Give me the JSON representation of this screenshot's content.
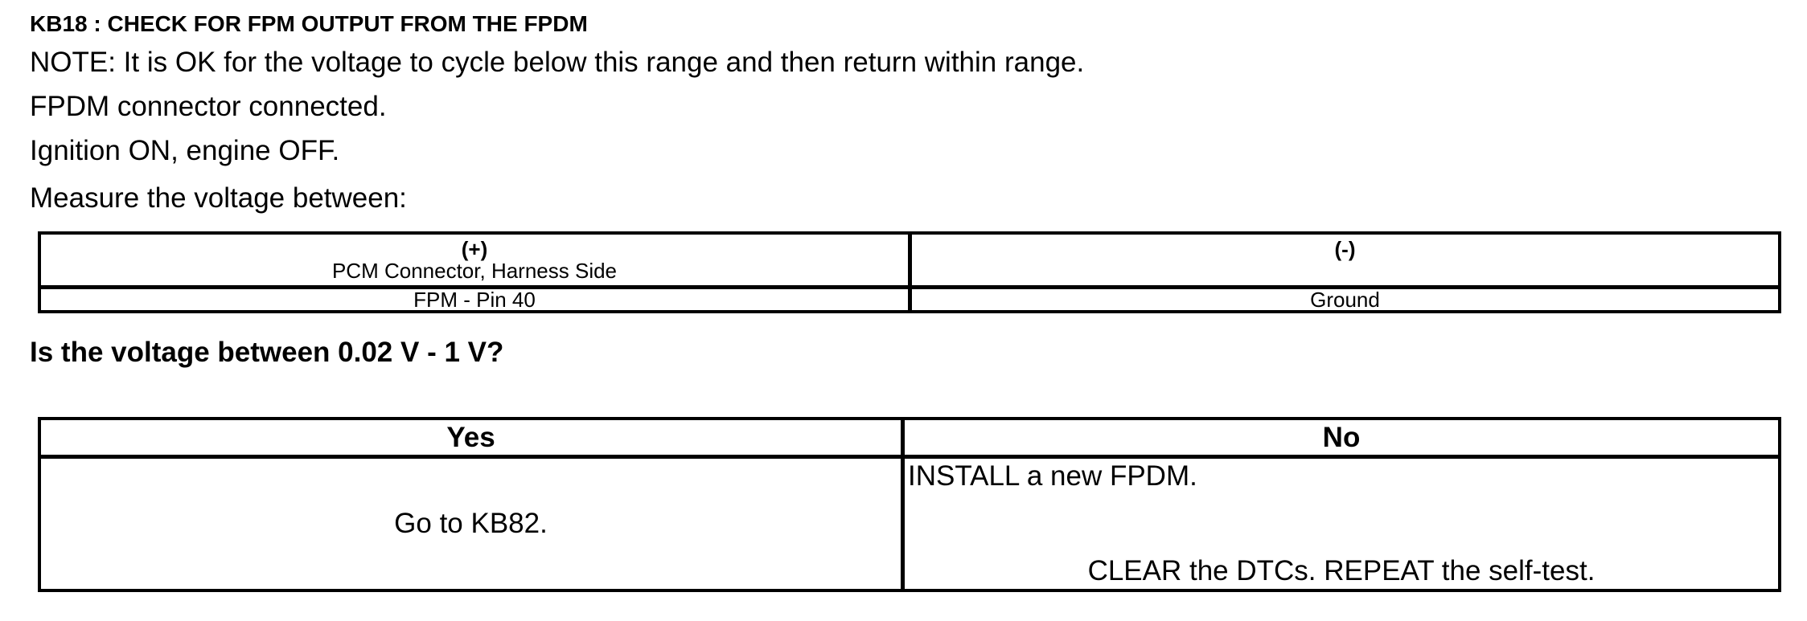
{
  "page": {
    "title": "KB18 : CHECK FOR FPM OUTPUT FROM THE FPDM",
    "note": "NOTE: It is OK for the voltage to cycle below this range and then return within range.",
    "conditions": [
      "FPDM connector connected.",
      "Ignition ON, engine OFF."
    ],
    "instruction": "Measure the voltage between:",
    "measurement_table": {
      "positive_sign": "(+)",
      "positive_subheader": "PCM Connector, Harness Side",
      "negative_sign": "(-)",
      "rows": [
        {
          "positive": "FPM - Pin 40",
          "negative": "Ground"
        }
      ]
    },
    "question": "Is the voltage between 0.02 V - 1 V?",
    "decision_table": {
      "yes_header": "Yes",
      "no_header": "No",
      "yes_action": "Go to KB82.",
      "no_actions": [
        "INSTALL a new FPDM.",
        "CLEAR the DTCs. REPEAT the self-test."
      ]
    }
  }
}
